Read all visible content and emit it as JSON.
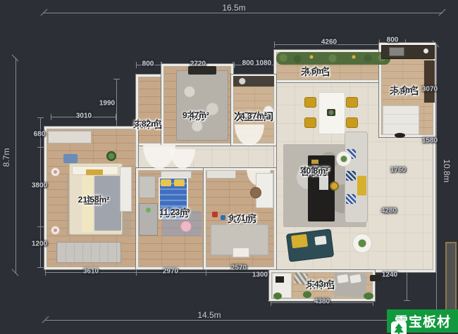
{
  "overall": {
    "top": "16.5m",
    "bottom": "14.5m",
    "left": "8.7m",
    "right": "10.8m"
  },
  "rooms": {
    "closet": {
      "name": "未命名",
      "area": "3.82m²"
    },
    "study": {
      "name": "书房",
      "area": "9.47m²"
    },
    "bath": {
      "name": "次卫生间",
      "area": "4.37m²"
    },
    "balcony_top": {
      "name": "未命名",
      "area": "4.6m²"
    },
    "kitchen": {
      "name": "未命名",
      "area": "5.4m²"
    },
    "living": {
      "name": "客餐厅",
      "area": "40.8m²"
    },
    "master": {
      "name": "主卧",
      "area": "21.58m²"
    },
    "son": {
      "name": "儿子房",
      "area": "11.23m²"
    },
    "daughter": {
      "name": "女儿房",
      "area": "9.71m²"
    },
    "balcony_bottom": {
      "name": "未命名",
      "area": "5.43m²"
    }
  },
  "dims": {
    "d2720": "2720",
    "d800a": "800",
    "d800m": "800",
    "d1080": "1080",
    "d4260": "4260",
    "d800b": "800",
    "d3010": "3010",
    "d1990": "1990",
    "d680": "680",
    "d3800": "3800",
    "d1200": "1200",
    "d3610": "3610",
    "d2970": "2970",
    "d2570": "2570",
    "d1300": "1300",
    "d4380": "4380",
    "d1240": "1240",
    "d1760": "1760",
    "d4280": "4280",
    "d1580": "1580",
    "d3070": "3070"
  },
  "logo": {
    "brand": "雪宝板材",
    "icon": "tree-b-logo",
    "accent_green": "#12993e"
  },
  "colors": {
    "background": "#2c2f35",
    "wall": "#ecebe5",
    "wood_floor": "#c6a787",
    "tile_floor": "#e4ded2",
    "dim_text": "#c9ccd2",
    "accent_green": "#12993e"
  }
}
